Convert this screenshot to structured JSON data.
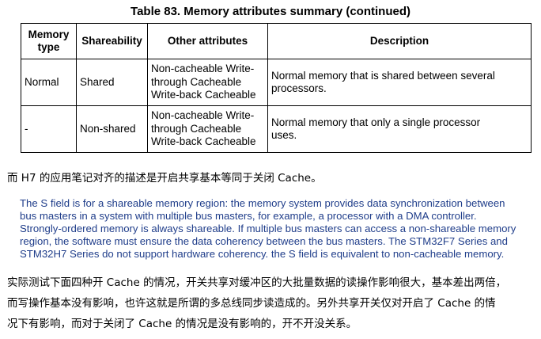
{
  "table_title": "Table 83. Memory attributes summary (continued)",
  "table": {
    "headers": [
      "Memory type",
      "Shareability",
      "Other attributes",
      "Description"
    ],
    "rows": [
      {
        "memory_type": "Normal",
        "shareability": "Shared",
        "other_lines": [
          "Non-cacheable Write-",
          "through Cacheable",
          "Write-back Cacheable"
        ],
        "desc_lines": [
          "Normal memory that is shared between several",
          "processors."
        ]
      },
      {
        "memory_type": "-",
        "shareability": "Non-shared",
        "other_lines": [
          "Non-cacheable Write-",
          "through Cacheable",
          "Write-back Cacheable"
        ],
        "desc_lines": [
          "Normal memory that only a single processor",
          "uses."
        ]
      }
    ]
  },
  "para1": "而 H7 的应用笔记对齐的描述是开启共享基本等同于关闭 Cache。",
  "quote_lines": [
    "The S field is for a shareable memory region: the memory system provides data synchronization between",
    "bus masters in a system with multiple bus masters, for example, a processor with a DMA controller.",
    "Strongly-ordered memory is always shareable. If multiple bus masters can access a non-shareable memory",
    "region, the software must ensure the data coherency between the bus masters. The STM32F7 Series and",
    "STM32H7 Series do not support hardware coherency. the S field is equivalent to non-cacheable memory."
  ],
  "para2_lines": [
    "实际测试下面四种开 Cache 的情况，开关共享对缓冲区的大批量数据的读操作影响很大，基本差出两倍，",
    "而写操作基本没有影响，也许这就是所谓的多总线同步读造成的。另外共享开关仅对开启了 Cache 的情",
    "况下有影响，而对于关闭了 Cache 的情况是没有影响的，开不开没关系。"
  ],
  "colors": {
    "quote_text": "#1f3d8a"
  }
}
